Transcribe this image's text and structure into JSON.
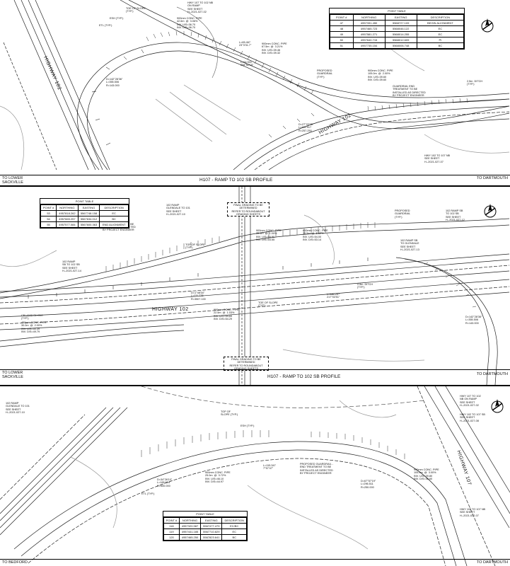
{
  "sheet1": {
    "left_label": [
      "TO LOWER",
      "SACKVILLE"
    ],
    "right_label": "TO DARTMOUTH",
    "center_label": "H107 - RAMP TO 102 SB PROFILE",
    "highway_a": "HIGHWAY 102",
    "highway_b": "HIGHWAY 102",
    "table_title": "POINT TABLE",
    "table_headers": [
      "POINT #",
      "NORTHING",
      "EASTING",
      "DESCRIPTION"
    ],
    "table_rows": [
      [
        "47",
        "4957331.450",
        "5568727.109",
        "BEGIN ALIGNMENT"
      ],
      [
        "48",
        "4957465.723",
        "5568046.122",
        "EC"
      ],
      [
        "49",
        "4957581.271",
        "5568014.255",
        "EC"
      ],
      [
        "50",
        "4957640.715",
        "5568012.609",
        "PI"
      ],
      [
        "51",
        "4957735.154",
        "5568006.748",
        "BC"
      ]
    ],
    "notes": {
      "ramp107": "HWY 107 TO 102 NB\nON RAMP\nSEE SHEET\nH--2021-027-02",
      "toe": "TOE OF SLOPE\n(TYP.)",
      "esh": "ESH (TYP.)",
      "etl": "ETL (TYP.)",
      "pipe1": "900mm CONC. PIPE\n42.6m  @  3.06%\nINV. U/S=36.70\nINV. D/S=36.70",
      "curve1": "L=65.467\n23°3'31.7\"",
      "pipe2": "900mm CONC. PIPE\n67.5m  @  3.21%\nINV. U/S=39.46\nINV. D/S=39.32",
      "curve2": "L=64.501\n258°52'18\"",
      "guard": "PROPOSED\nGUARDRAIL\n(TYP.)",
      "pipe3": "900mm CONC. PIPE\n105.0m  @  2.00%\nINV. U/S=39.60\nINV. D/S=39.60",
      "endtreat": "GUARDRAIL END\nTREATMENT TO BE\nINSTALLED AS DIRECTED\nBY PROJECT ENGINEER",
      "ditch": "2.5m  DITCH\n(TYP.)",
      "delta1": "D=142°28'36\"\nL=355.506\nR=143.000",
      "delta2": "D=27°22'26\"\nL=122.917\nR=257.250",
      "ramp102": "HWY 102 TO 107 NB\nSEE SHEET\nH--2021-027-07"
    }
  },
  "sheet2": {
    "left_label": [
      "TO LOWER",
      "SACKVILLE"
    ],
    "right_label": "TO DARTMOUTH",
    "center_label": "H107 - RAMP TO 102 SB PROFILE",
    "highway": "HIGHWAY 102",
    "table_title": "POINT TABLE",
    "table_headers": [
      "POINT #",
      "NORTHING",
      "EASTING",
      "DESCRIPTION"
    ],
    "table_rows": [
      [
        "53",
        "4957818.262",
        "5567748.158",
        "EC"
      ],
      [
        "54",
        "4957665.257",
        "5567634.012",
        "BC"
      ],
      [
        "55",
        "4957577.084",
        "5567600.363",
        "END ALIGNMENT"
      ]
    ],
    "grading_top": "FINAL GRADING TO BE\nDETERMINED\nREFER TO ROUNDABOUT\nGRADING SHEETS",
    "grading_bottom": "FINAL GRADING TO BE\nDETERMINED\nREFER TO ROUNDABOUT\nGRADING SHEETS",
    "notes": {
      "ramp_glen": "102 RAMP\nGLENDALE TO 101\nSEE SHEET\nH--2021-027-10",
      "jersey": "PROPOSED JERSEY\nBARRIER\nEND TREATMENT TO BE\nINSTALLED AS DIRECTED\nBY PROJECT ENGINEER",
      "ramp_sb": "102 RAMP\nSB TO 102 SB\nSEE SHEET\nH--2021-027-14",
      "top": "TOP OF SLOPE\n(TYP.)",
      "pipe_a": "900mm CONC. PIPE\n35.5m  @  1.00%\nINV. U/S=54.90\nINV. D/S=54.55",
      "pipe_b": "600mm CONC. PIPE\n35.5m  @  5.62%\nINV. U/S=54.00\nINV. D/S=53.14",
      "guard": "PROPOSED\nGUARDRAIL\n(TYP.)",
      "ramp_sb2": "102 RAMP SB\nTO 102 SB\nSEE SHEET\nH--2021-027-12",
      "ramp_sb3": "102 RAMP SB\nTO GLENDALE\nSEE SHEET\nH--2021-027-13",
      "cb": "CB LEAD SL=310\n(TYP.)",
      "pipe_c": "450mm CONC. PIPE\n30.0m  @  2.00%\nINV. U/S=50.39\nINV. D/S=49.79",
      "delta3": "D=1°48'34\"\nL=111.778\nR=3507.100",
      "pipe_d": "900mm CONC. PIPE\n22.5m  @  1.03%\nINV. U/S=54.69\nINV. D/S=54.29",
      "toe": "TOE OF SLOPE\n(TYP.)",
      "curve3": "L=186.267\n217°03'51\"",
      "ditch": "2.5m  DITCH\n(TYP.)",
      "delta4": "D=142°28'36\"\nL=355.506\nR=143.000"
    }
  },
  "sheet3": {
    "left_label": "TO BEDFORD",
    "right_label": "TO DARTMOUTH",
    "highway": "HIGHWAY 107",
    "table_title": "POINT TABLE",
    "table_headers": [
      "POINT #",
      "NORTHING",
      "EASTING",
      "DESCRIPTION"
    ],
    "table_rows": [
      [
        "118",
        "4957320.987",
        "5567477.479",
        "EC/BC"
      ],
      [
        "119",
        "4957441.185",
        "5567710.829",
        "EC"
      ],
      [
        "120",
        "4957465.250",
        "5567823.641",
        "BC"
      ]
    ],
    "notes": {
      "ramp_glen": "102 RAMP\nGLENDALE TO 101\nSEE SHEET\nH--2021-027-10",
      "top": "TOP OF\nSLOPE (TYP.)",
      "esh": "ESH (TYP.)",
      "pipe_a": "900mm CONC. PIPE\n25.0m  @  3.72%\nINV. U/S=46.10\nINV. D/S=44.97",
      "curve": "L=115.347\n7°57'47\"",
      "guard": "PROPOSED GUARDRAIL -\nEND TREATMENT TO BE\nINSTALLED AS DIRECTED\nBY PROJECT ENGINEER",
      "delta1": "D=34°26'10\"\nL=165.604\nR=300.000",
      "delta2": "D=67°57'19\"\nL=296.511\nR=250.000",
      "etl": "ETL (TYP.)",
      "pipe_b": "900mm CONC. PIPE\n105.0m  @  3.00%\nINV. U/S=39.80\nINV. D/S=36.60",
      "ramp_nb": "HWY 107 TO 102\nNB ON RAMP\nSEE SHEET\nH--2021-027-02",
      "ramp_sb": "HWY 102 TO 107 SB\nSEE SHEET\nH--2021-027-08",
      "highway_note": "HWY 102 TO 107 NB\nSEE SHEET\nH--2021-027-07"
    }
  }
}
